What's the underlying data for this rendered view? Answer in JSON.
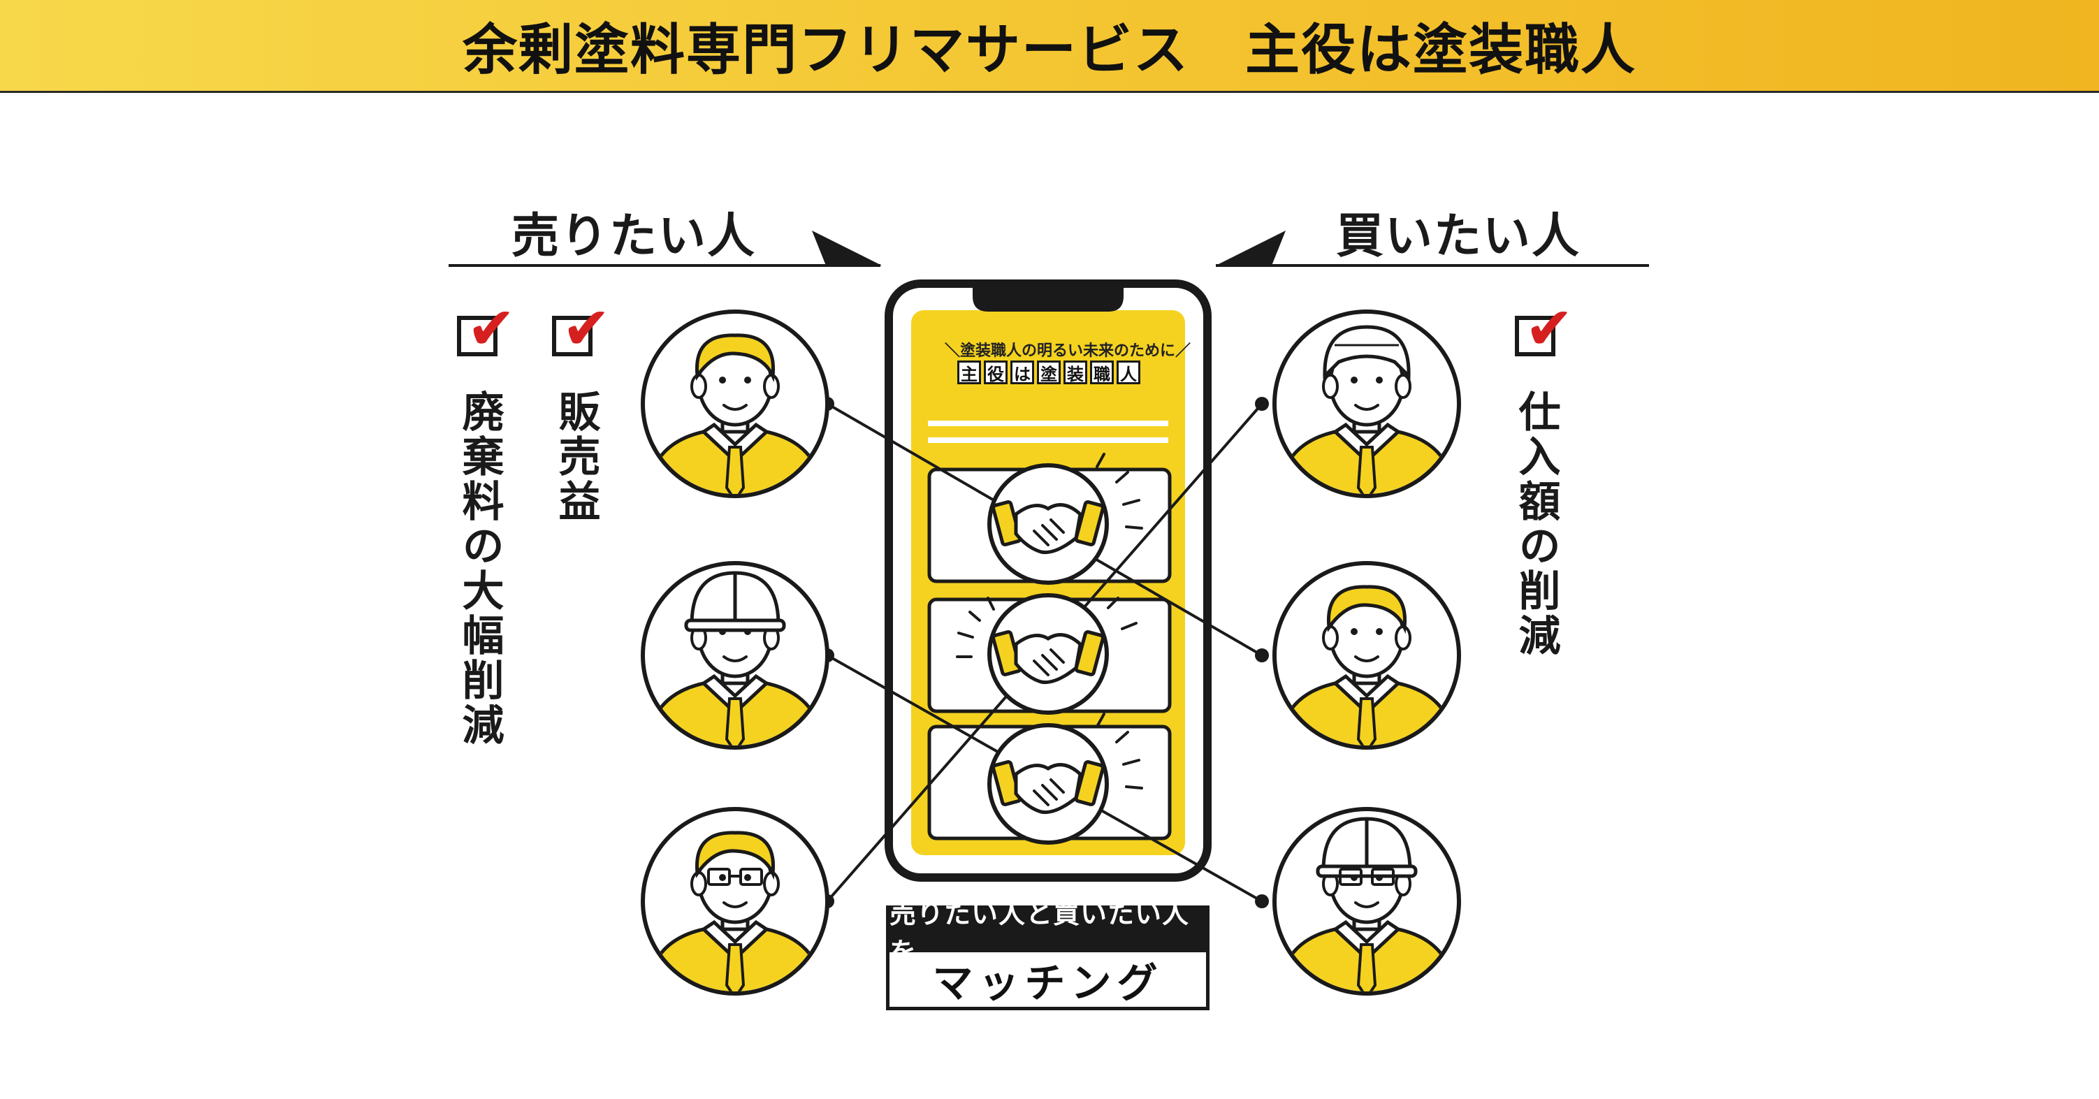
{
  "banner": {
    "title": "余剰塗料専門フリマサービス　主役は塗装職人"
  },
  "sellers": {
    "label": "売りたい人",
    "benefits": [
      "販売益",
      "廃棄料の大幅削減"
    ]
  },
  "buyers": {
    "label": "買いたい人",
    "benefits": [
      "仕入額の削減"
    ]
  },
  "phone": {
    "tagline": "塗装職人の明るい未来のために",
    "title_chars": [
      "主",
      "役",
      "は",
      "塗",
      "装",
      "職",
      "人"
    ]
  },
  "matching": {
    "caption": "売りたい人と買いたい人を",
    "label": "マッチング"
  },
  "colors": {
    "accent_yellow": "#f5d21f",
    "check_red": "#d62020",
    "ink": "#1a1a1a"
  },
  "icons": {
    "check": "check-mark-icon",
    "handshake": "handshake-icon",
    "person": "person-avatar-icon",
    "arrow": "arrow-pointer-icon"
  }
}
